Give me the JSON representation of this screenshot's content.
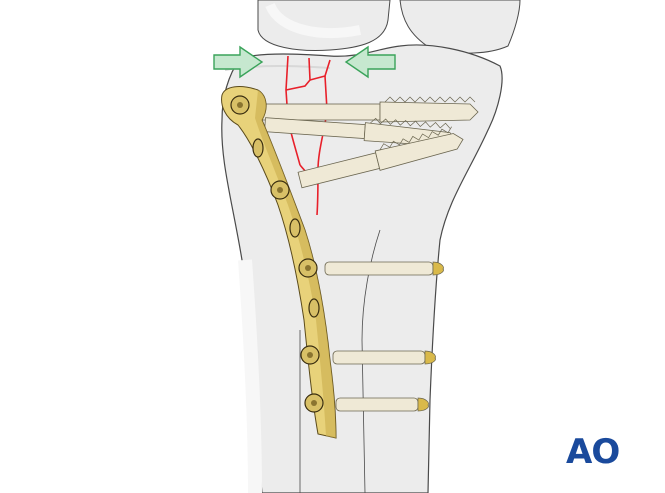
{
  "illustration": {
    "subject": "Proximal tibia fracture fixed with lateral locking plate and screws",
    "colors": {
      "bone_fill": "#ececec",
      "bone_highlight": "#f7f7f7",
      "bone_outline": "#4a4a4a",
      "fracture_line": "#e8202a",
      "plate_fill": "#e8d27a",
      "plate_shadow": "#c9ae4c",
      "screw_fill": "#efe9d6",
      "screw_outline": "#6b6650",
      "screw_tip": "#d9b94a",
      "arrow_fill": "#c6e8cf",
      "arrow_outline": "#3aa35a"
    },
    "arrows": [
      {
        "name": "left-compression-arrow",
        "direction": "right"
      },
      {
        "name": "right-compression-arrow",
        "direction": "left"
      }
    ],
    "proximal_screws": 3,
    "shaft_screws": 3
  },
  "logo": {
    "text": "AO",
    "color": "#1a4a9c"
  }
}
